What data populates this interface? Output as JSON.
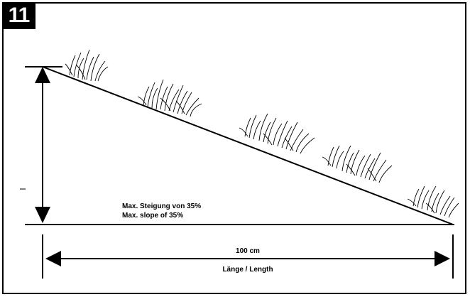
{
  "figure": {
    "number": "11",
    "slope_label_de": "Max. Steigung von 35%",
    "slope_label_en": "Max. slope of 35%",
    "length_value": "100 cm",
    "length_label": "Länge / Length",
    "max_slope_percent": 35,
    "line_color": "#000000",
    "background": "#ffffff"
  }
}
